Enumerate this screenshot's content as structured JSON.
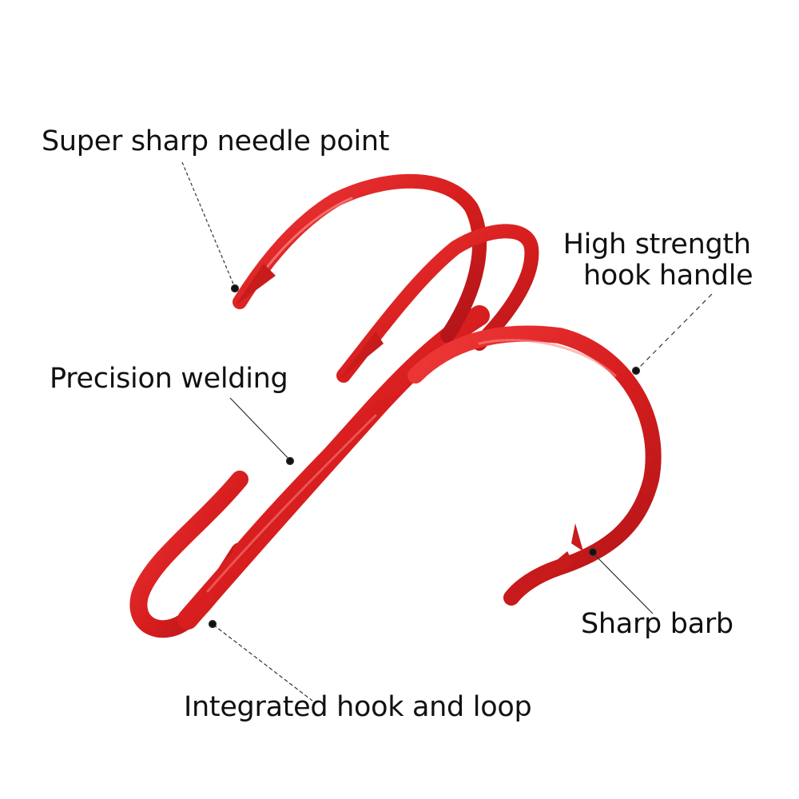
{
  "diagram": {
    "subject": "Treble fishing hook",
    "hook_color": "#d81e1e",
    "hook_highlight": "#ff6b6b",
    "hook_shadow": "#a30f12",
    "background": "#ffffff",
    "callouts": [
      {
        "id": "needle-point",
        "text": "Super sharp needle point"
      },
      {
        "id": "hook-handle",
        "line1": "High strength",
        "line2": "hook handle"
      },
      {
        "id": "welding",
        "text": "Precision welding"
      },
      {
        "id": "barb",
        "text": "Sharp barb"
      },
      {
        "id": "loop",
        "text": "Integrated hook and loop"
      }
    ]
  }
}
